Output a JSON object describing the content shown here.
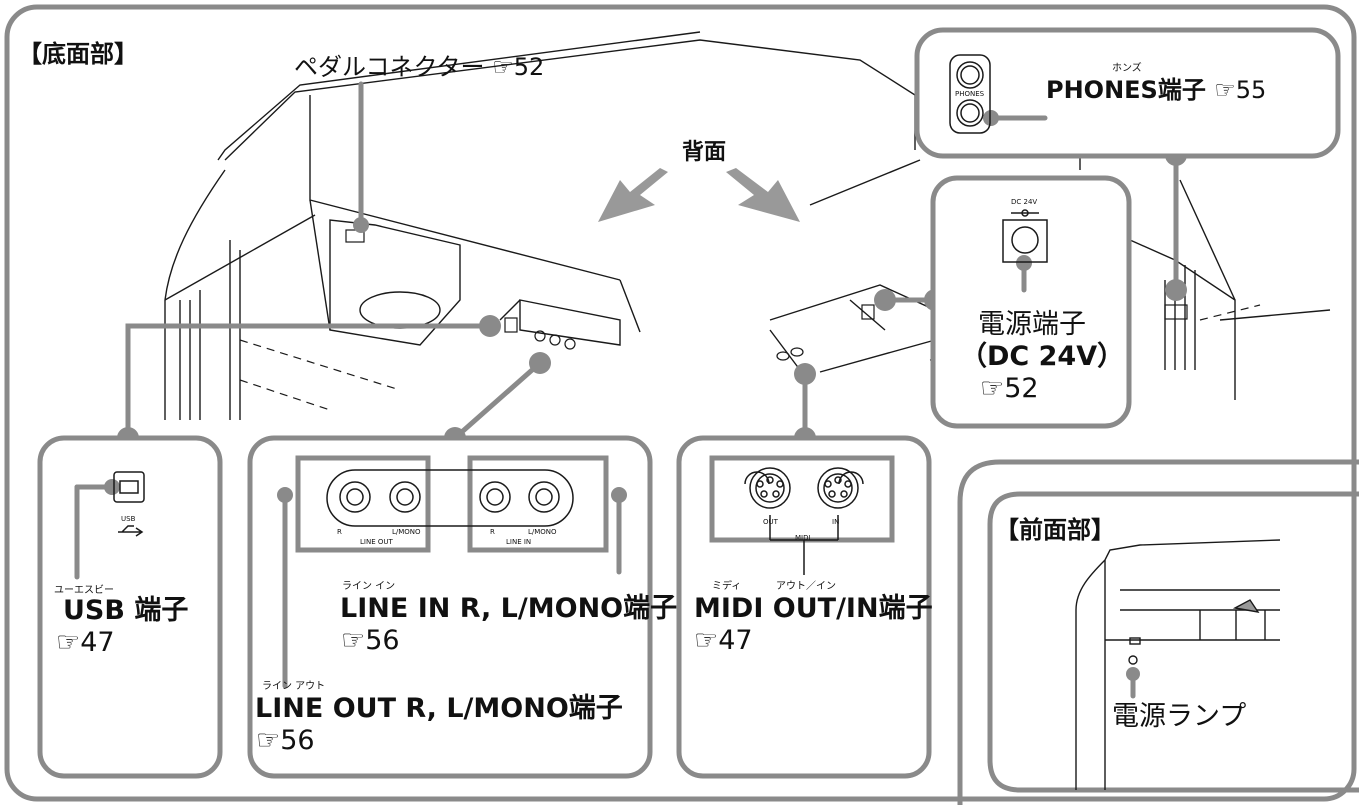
{
  "sections": {
    "bottom_title": "【底面部】",
    "front_title": "【前面部】",
    "back_label": "背面"
  },
  "callouts": {
    "pedal": {
      "label": "ペダルコネクター",
      "ref": "☞52"
    },
    "phones": {
      "ruby": "ホンズ",
      "label": "PHONES端子",
      "ref": "☞55"
    },
    "power": {
      "line1": "電源端子",
      "line2": "（DC 24V）",
      "ref": "☞52"
    },
    "usb": {
      "ruby": "ユーエスビー",
      "label": "USB 端子",
      "ref": "☞47"
    },
    "line_in": {
      "ruby": "ライン イン",
      "label": "LINE IN R, L/MONO端子",
      "ref": "☞56"
    },
    "line_out": {
      "ruby": "ライン アウト",
      "label": "LINE OUT R, L/MONO端子",
      "ref": "☞56"
    },
    "midi": {
      "ruby_left": "ミディ",
      "ruby_right": "アウト／イン",
      "label": "MIDI OUT/IN端子",
      "ref": "☞47"
    },
    "power_lamp": {
      "label": "電源ランプ"
    }
  },
  "panel_labels": {
    "phones_jack": "PHONES",
    "dc_jack": "DC 24V",
    "usb_icon": "USB",
    "line_out_r": "R",
    "line_out_l": "L/MONO",
    "line_out_caption": "LINE OUT",
    "line_in_r": "R",
    "line_in_l": "L/MONO",
    "line_in_caption": "LINE IN",
    "midi_out": "OUT",
    "midi_in": "IN",
    "midi_caption": "MIDI"
  },
  "colors": {
    "frame_gray": "#8a8a8a",
    "line_black": "#1a1a1a"
  }
}
